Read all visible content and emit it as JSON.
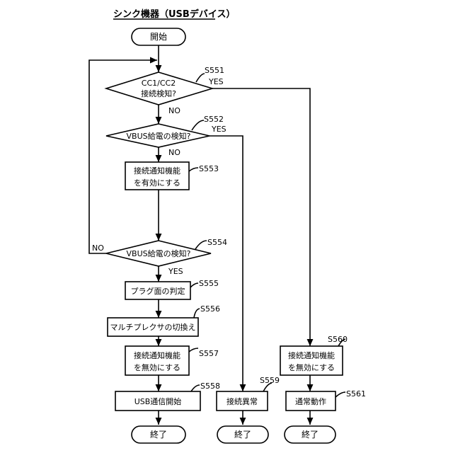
{
  "title": "シンク機器（USBデバイス）",
  "nodes": {
    "start": "開始",
    "s551_line1": "CC1/CC2",
    "s551_line2": "接続検知?",
    "s552": "VBUS給電の検知?",
    "s553_line1": "接続通知機能",
    "s553_line2": "を有効にする",
    "s554": "VBUS給電の検知?",
    "s555": "プラグ面の判定",
    "s556": "マルチプレクサの切換え",
    "s557_line1": "接続通知機能",
    "s557_line2": "を無効にする",
    "s558": "USB通信開始",
    "s559": "接続異常",
    "s560_line1": "接続通知機能",
    "s560_line2": "を無効にする",
    "s561": "通常動作",
    "end1": "終了",
    "end2": "終了",
    "end3": "終了"
  },
  "step_labels": {
    "s551": "S551",
    "s552": "S552",
    "s553": "S553",
    "s554": "S554",
    "s555": "S555",
    "s556": "S556",
    "s557": "S557",
    "s558": "S558",
    "s559": "S559",
    "s560": "S560",
    "s561": "S561"
  },
  "edge_labels": {
    "s551_yes": "YES",
    "s551_no": "NO",
    "s552_yes": "YES",
    "s552_no": "NO",
    "s554_no": "NO",
    "s554_yes": "YES"
  }
}
